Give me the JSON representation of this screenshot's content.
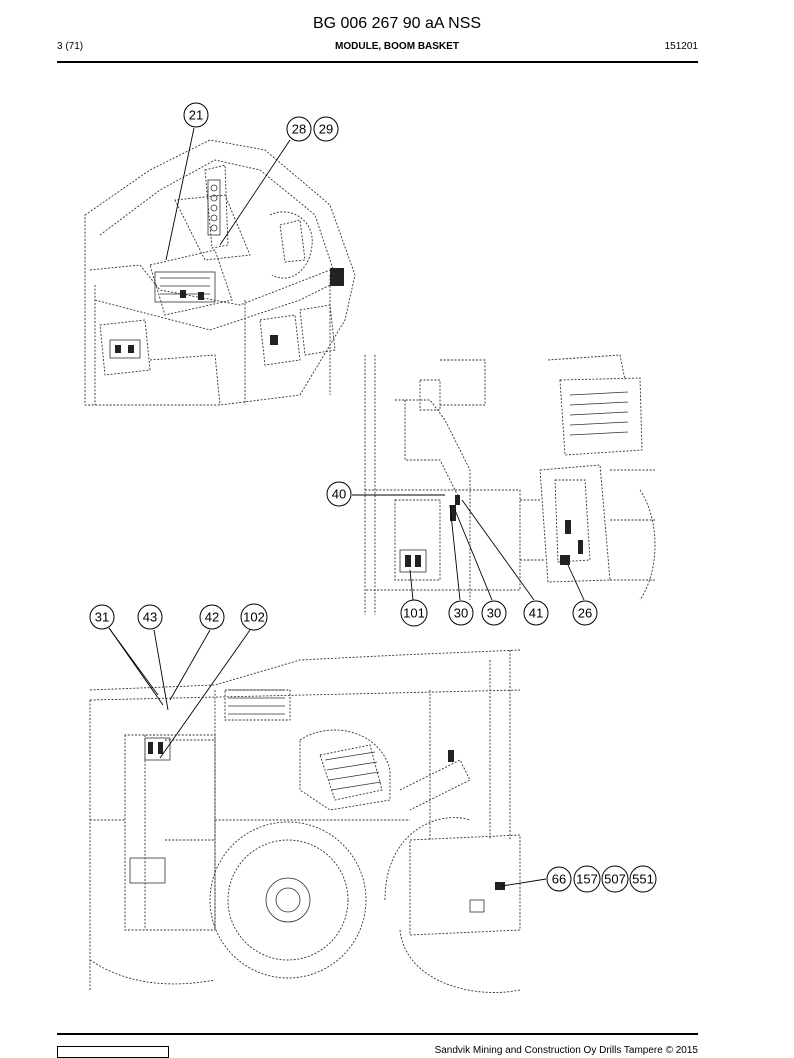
{
  "header": {
    "doc_title": "BG 006 267 90 aA NSS",
    "page": "3 (71)",
    "module_title": "MODULE, BOOM BASKET",
    "date_code": "151201"
  },
  "footer": {
    "copyright": "Sandvik Mining and Construction Oy Drills Tampere © 2015"
  },
  "callouts": {
    "c21": "21",
    "c28": "28",
    "c29": "29",
    "c40": "40",
    "c101": "101",
    "c30a": "30",
    "c30b": "30",
    "c41": "41",
    "c26": "26",
    "c31": "31",
    "c43": "43",
    "c42": "42",
    "c102": "102",
    "c66": "66",
    "c157": "157",
    "c507": "507",
    "c551": "551"
  }
}
